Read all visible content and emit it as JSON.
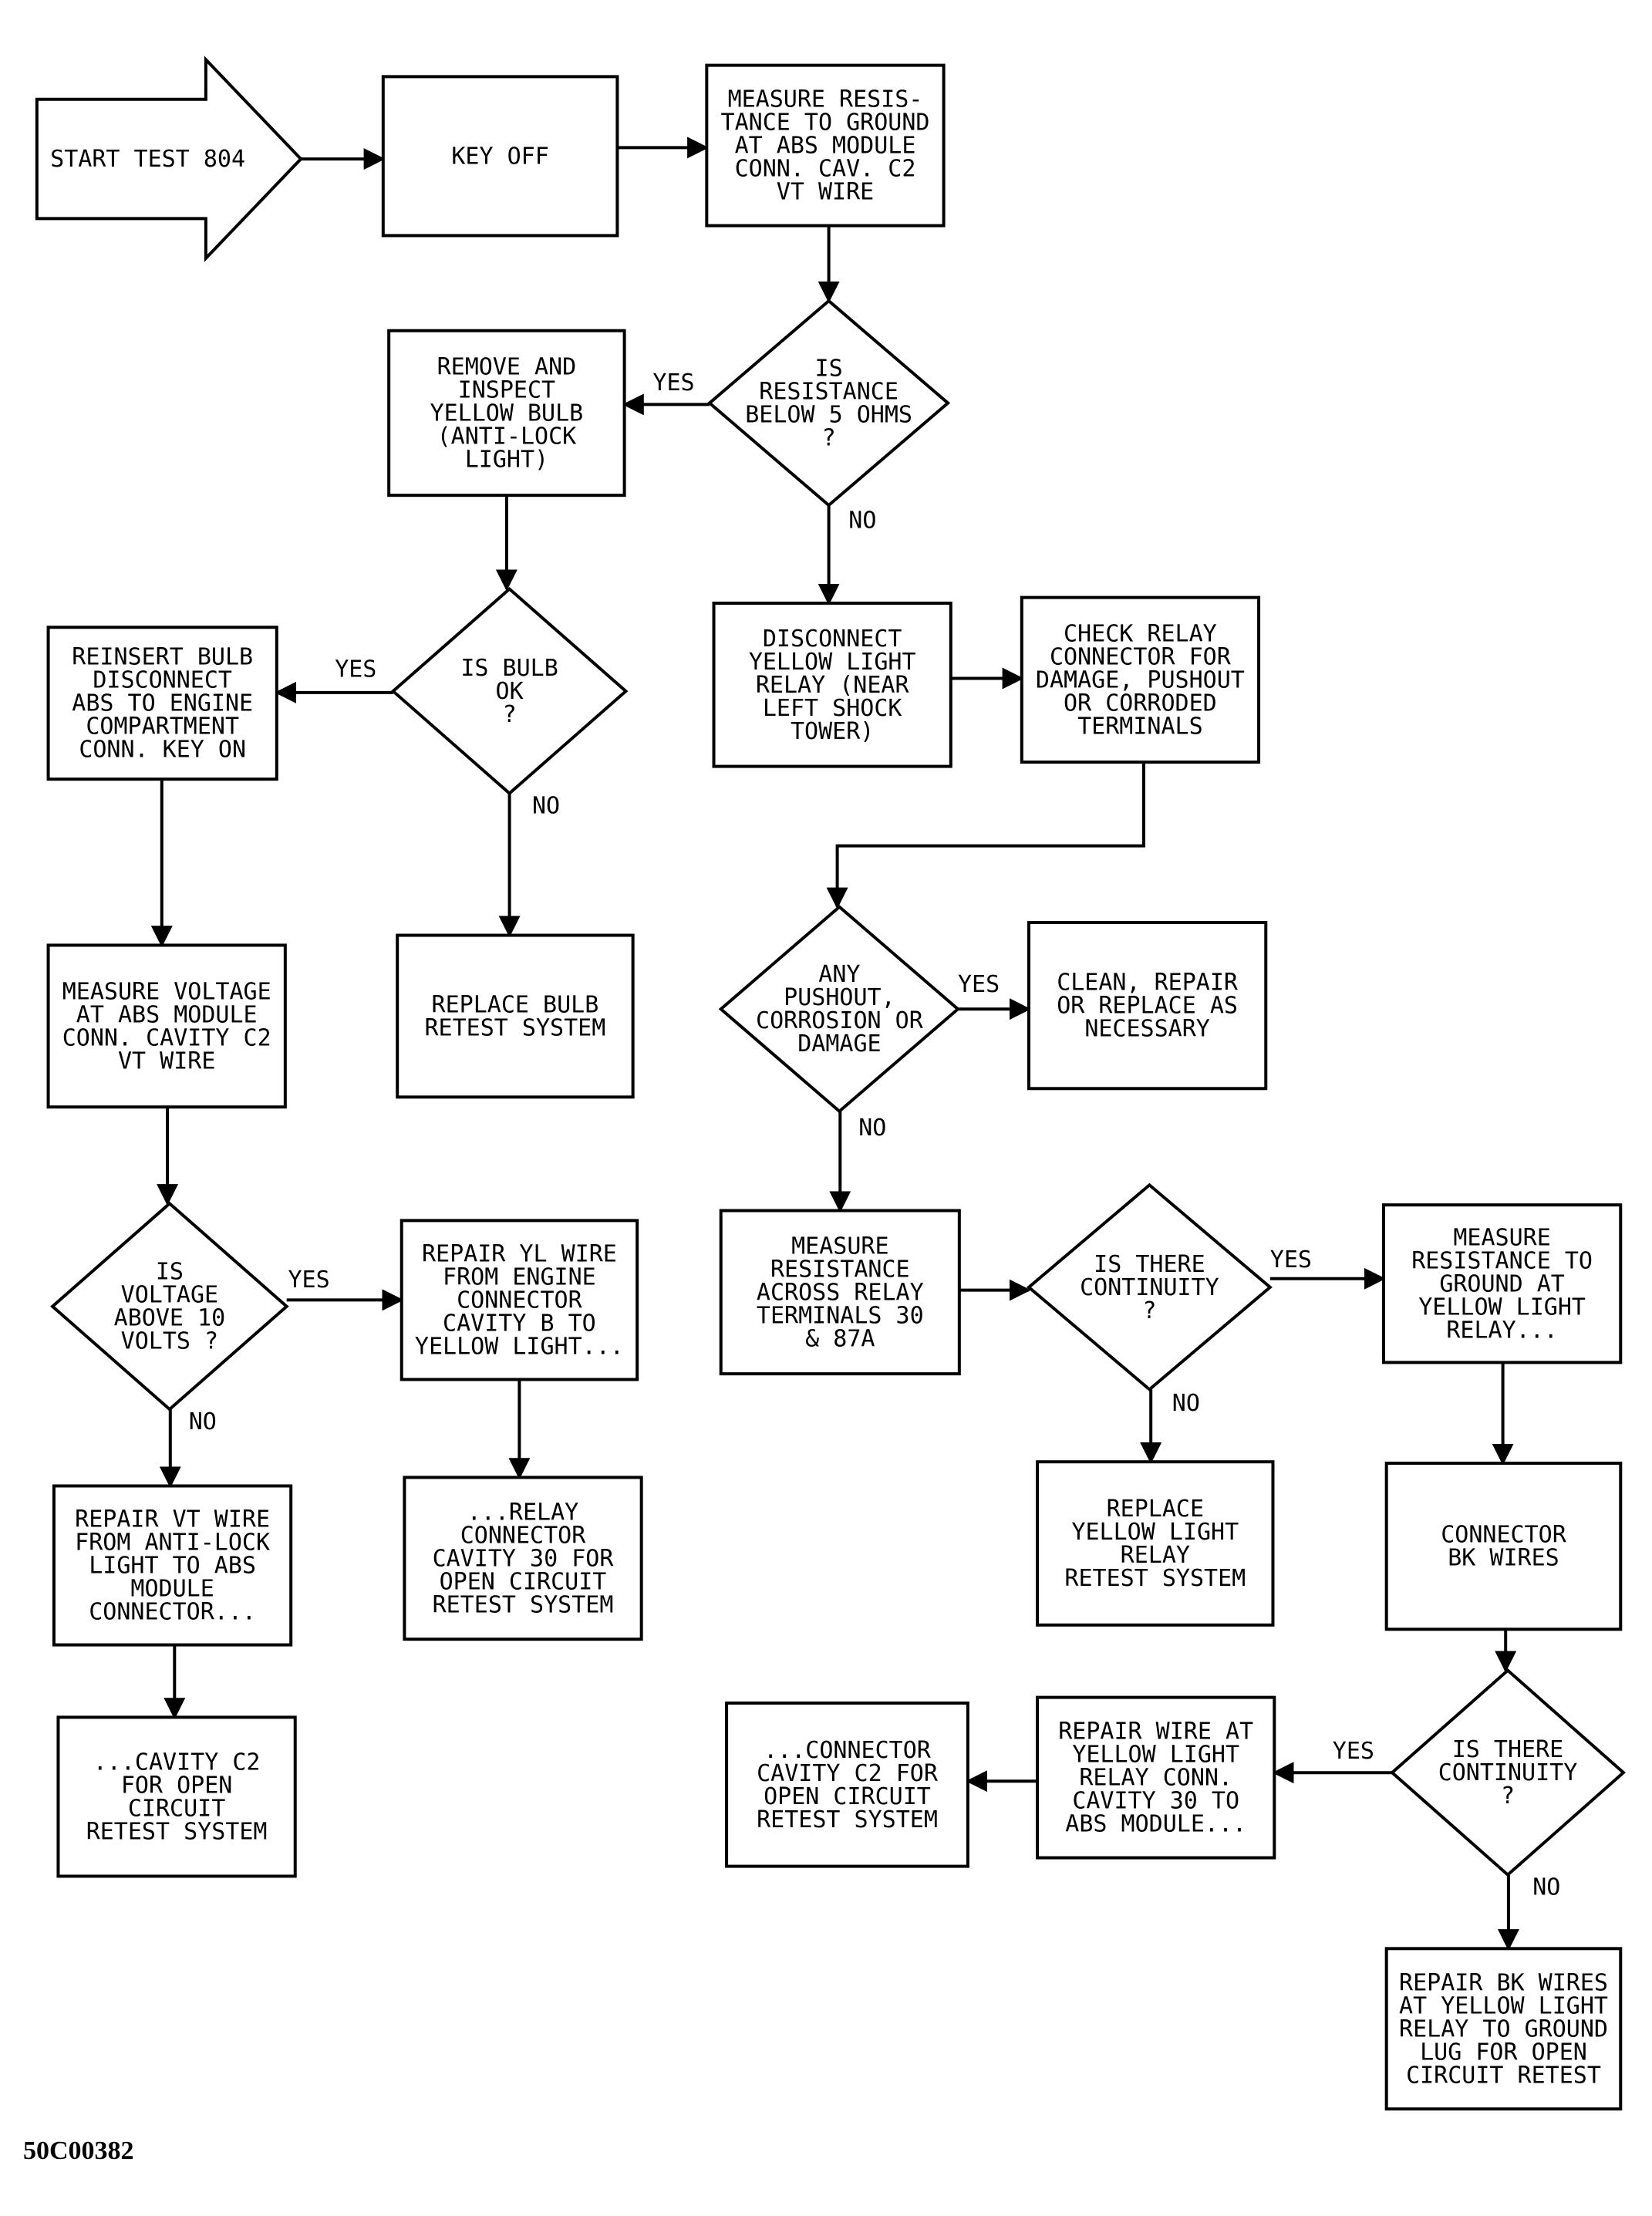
{
  "figure_code": "50C00382",
  "nodes": {
    "start": [
      "START TEST 804"
    ],
    "key_off": [
      "KEY OFF"
    ],
    "measure_res_ground": [
      "MEASURE RESIS-",
      "TANCE TO GROUND",
      "AT ABS MODULE",
      "CONN. CAV. C2",
      "VT WIRE"
    ],
    "is_res_below_5": [
      "IS",
      "RESISTANCE",
      "BELOW 5 OHMS",
      "?"
    ],
    "remove_inspect_bulb": [
      "REMOVE AND",
      "INSPECT",
      "YELLOW BULB",
      "(ANTI-LOCK",
      "LIGHT)"
    ],
    "disconnect_relay": [
      "DISCONNECT",
      "YELLOW LIGHT",
      "RELAY (NEAR",
      "LEFT SHOCK",
      "TOWER)"
    ],
    "check_relay_conn": [
      "CHECK RELAY",
      "CONNECTOR FOR",
      "DAMAGE, PUSHOUT",
      "OR CORRODED",
      "TERMINALS"
    ],
    "is_bulb_ok": [
      "IS BULB",
      "OK",
      "?"
    ],
    "reinsert_bulb": [
      "REINSERT BULB",
      "DISCONNECT",
      "ABS TO ENGINE",
      "COMPARTMENT",
      "CONN. KEY ON"
    ],
    "replace_bulb": [
      "REPLACE BULB",
      "RETEST SYSTEM"
    ],
    "any_pushout": [
      "ANY",
      "PUSHOUT,",
      "CORROSION OR",
      "DAMAGE"
    ],
    "clean_repair": [
      "CLEAN, REPAIR",
      "OR REPLACE AS",
      "NECESSARY"
    ],
    "measure_voltage": [
      "MEASURE VOLTAGE",
      "AT ABS MODULE",
      "CONN. CAVITY C2",
      "VT WIRE"
    ],
    "measure_res_relay": [
      "MEASURE",
      "RESISTANCE",
      "ACROSS RELAY",
      "TERMINALS 30",
      "& 87A"
    ],
    "is_continuity_1": [
      "IS THERE",
      "CONTINUITY",
      "?"
    ],
    "measure_res_ground_relay": [
      "MEASURE",
      "RESISTANCE TO",
      "GROUND AT",
      "YELLOW LIGHT",
      "RELAY..."
    ],
    "is_voltage_above": [
      "IS",
      "VOLTAGE",
      "ABOVE 10",
      "VOLTS ?"
    ],
    "repair_yl_wire": [
      "REPAIR YL WIRE",
      "FROM ENGINE",
      "CONNECTOR",
      "CAVITY B TO",
      "YELLOW LIGHT..."
    ],
    "relay_conn_cavity30": [
      "...RELAY",
      "CONNECTOR",
      "CAVITY 30 FOR",
      "OPEN CIRCUIT",
      "RETEST SYSTEM"
    ],
    "repair_vt_wire": [
      "REPAIR VT WIRE",
      "FROM ANTI-LOCK",
      "LIGHT TO ABS",
      "MODULE",
      "CONNECTOR..."
    ],
    "cavity_c2_open": [
      "...CAVITY C2",
      "FOR OPEN",
      "CIRCUIT",
      "RETEST SYSTEM"
    ],
    "replace_relay": [
      "REPLACE",
      "YELLOW LIGHT",
      "RELAY",
      "RETEST SYSTEM"
    ],
    "connector_bk": [
      "CONNECTOR",
      "BK WIRES"
    ],
    "is_continuity_2": [
      "IS THERE",
      "CONTINUITY",
      "?"
    ],
    "repair_wire_relay": [
      "REPAIR WIRE AT",
      "YELLOW LIGHT",
      "RELAY CONN.",
      "CAVITY 30 TO",
      "ABS MODULE..."
    ],
    "connector_c2_open": [
      "...CONNECTOR",
      "CAVITY C2 FOR",
      "OPEN CIRCUIT",
      "RETEST SYSTEM"
    ],
    "repair_bk_wires": [
      "REPAIR BK WIRES",
      "AT YELLOW LIGHT",
      "RELAY TO GROUND",
      "LUG FOR OPEN",
      "CIRCUIT RETEST"
    ]
  },
  "edge_labels": {
    "res_yes": "YES",
    "res_no": "NO",
    "bulb_yes": "YES",
    "bulb_no": "NO",
    "pushout_yes": "YES",
    "pushout_no": "NO",
    "voltage_yes": "YES",
    "voltage_no": "NO",
    "cont1_yes": "YES",
    "cont1_no": "NO",
    "cont2_yes": "YES",
    "cont2_no": "NO"
  }
}
